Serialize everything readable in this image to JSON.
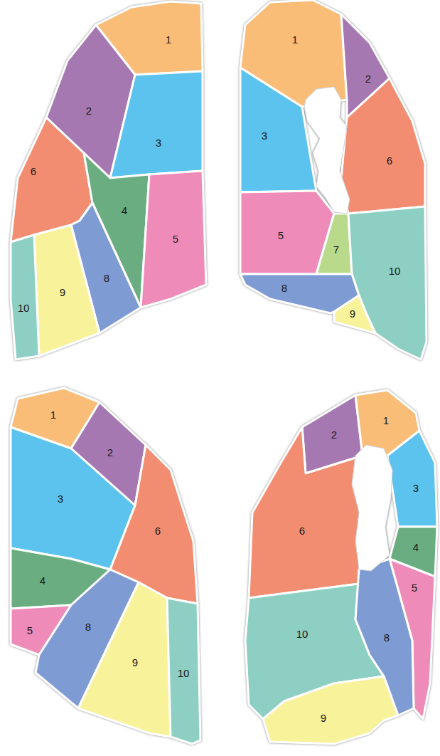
{
  "diagram": {
    "labels": [
      "1",
      "2",
      "3",
      "6",
      "4",
      "5",
      "10",
      "9",
      "8",
      "1",
      "2",
      "3",
      "6",
      "5",
      "7",
      "10",
      "8",
      "9",
      "1",
      "2",
      "3",
      "6",
      "4",
      "5",
      "8",
      "9",
      "10",
      "2",
      "1",
      "6",
      "3",
      "4",
      "5",
      "10",
      "8",
      "9"
    ]
  }
}
